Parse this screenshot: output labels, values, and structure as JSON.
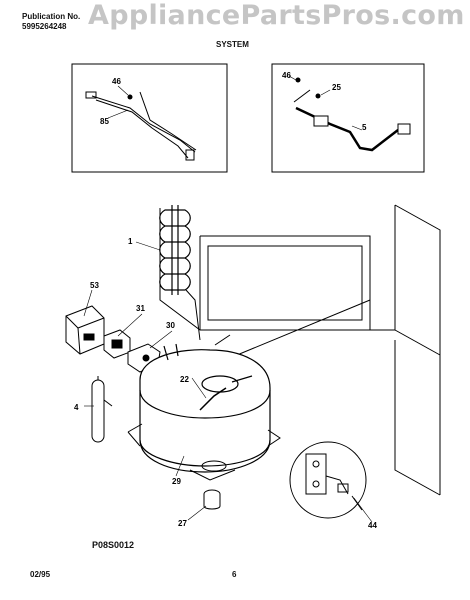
{
  "header": {
    "publication_label": "Publication No.",
    "publication_number": "5995264248",
    "model": "",
    "section_title": "SYSTEM",
    "watermark": "AppliancePartsPros.com"
  },
  "callouts": {
    "c46_top_left": "46",
    "c85": "85",
    "c46_top_right": "46",
    "c25": "25",
    "c5": "5",
    "c1": "1",
    "c53": "53",
    "c31": "31",
    "c30": "30",
    "c22": "22",
    "c4": "4",
    "c29": "29",
    "c27": "27",
    "c44": "44"
  },
  "footer": {
    "figure_code": "P08S0012",
    "date": "02/95",
    "page_number": "6"
  }
}
